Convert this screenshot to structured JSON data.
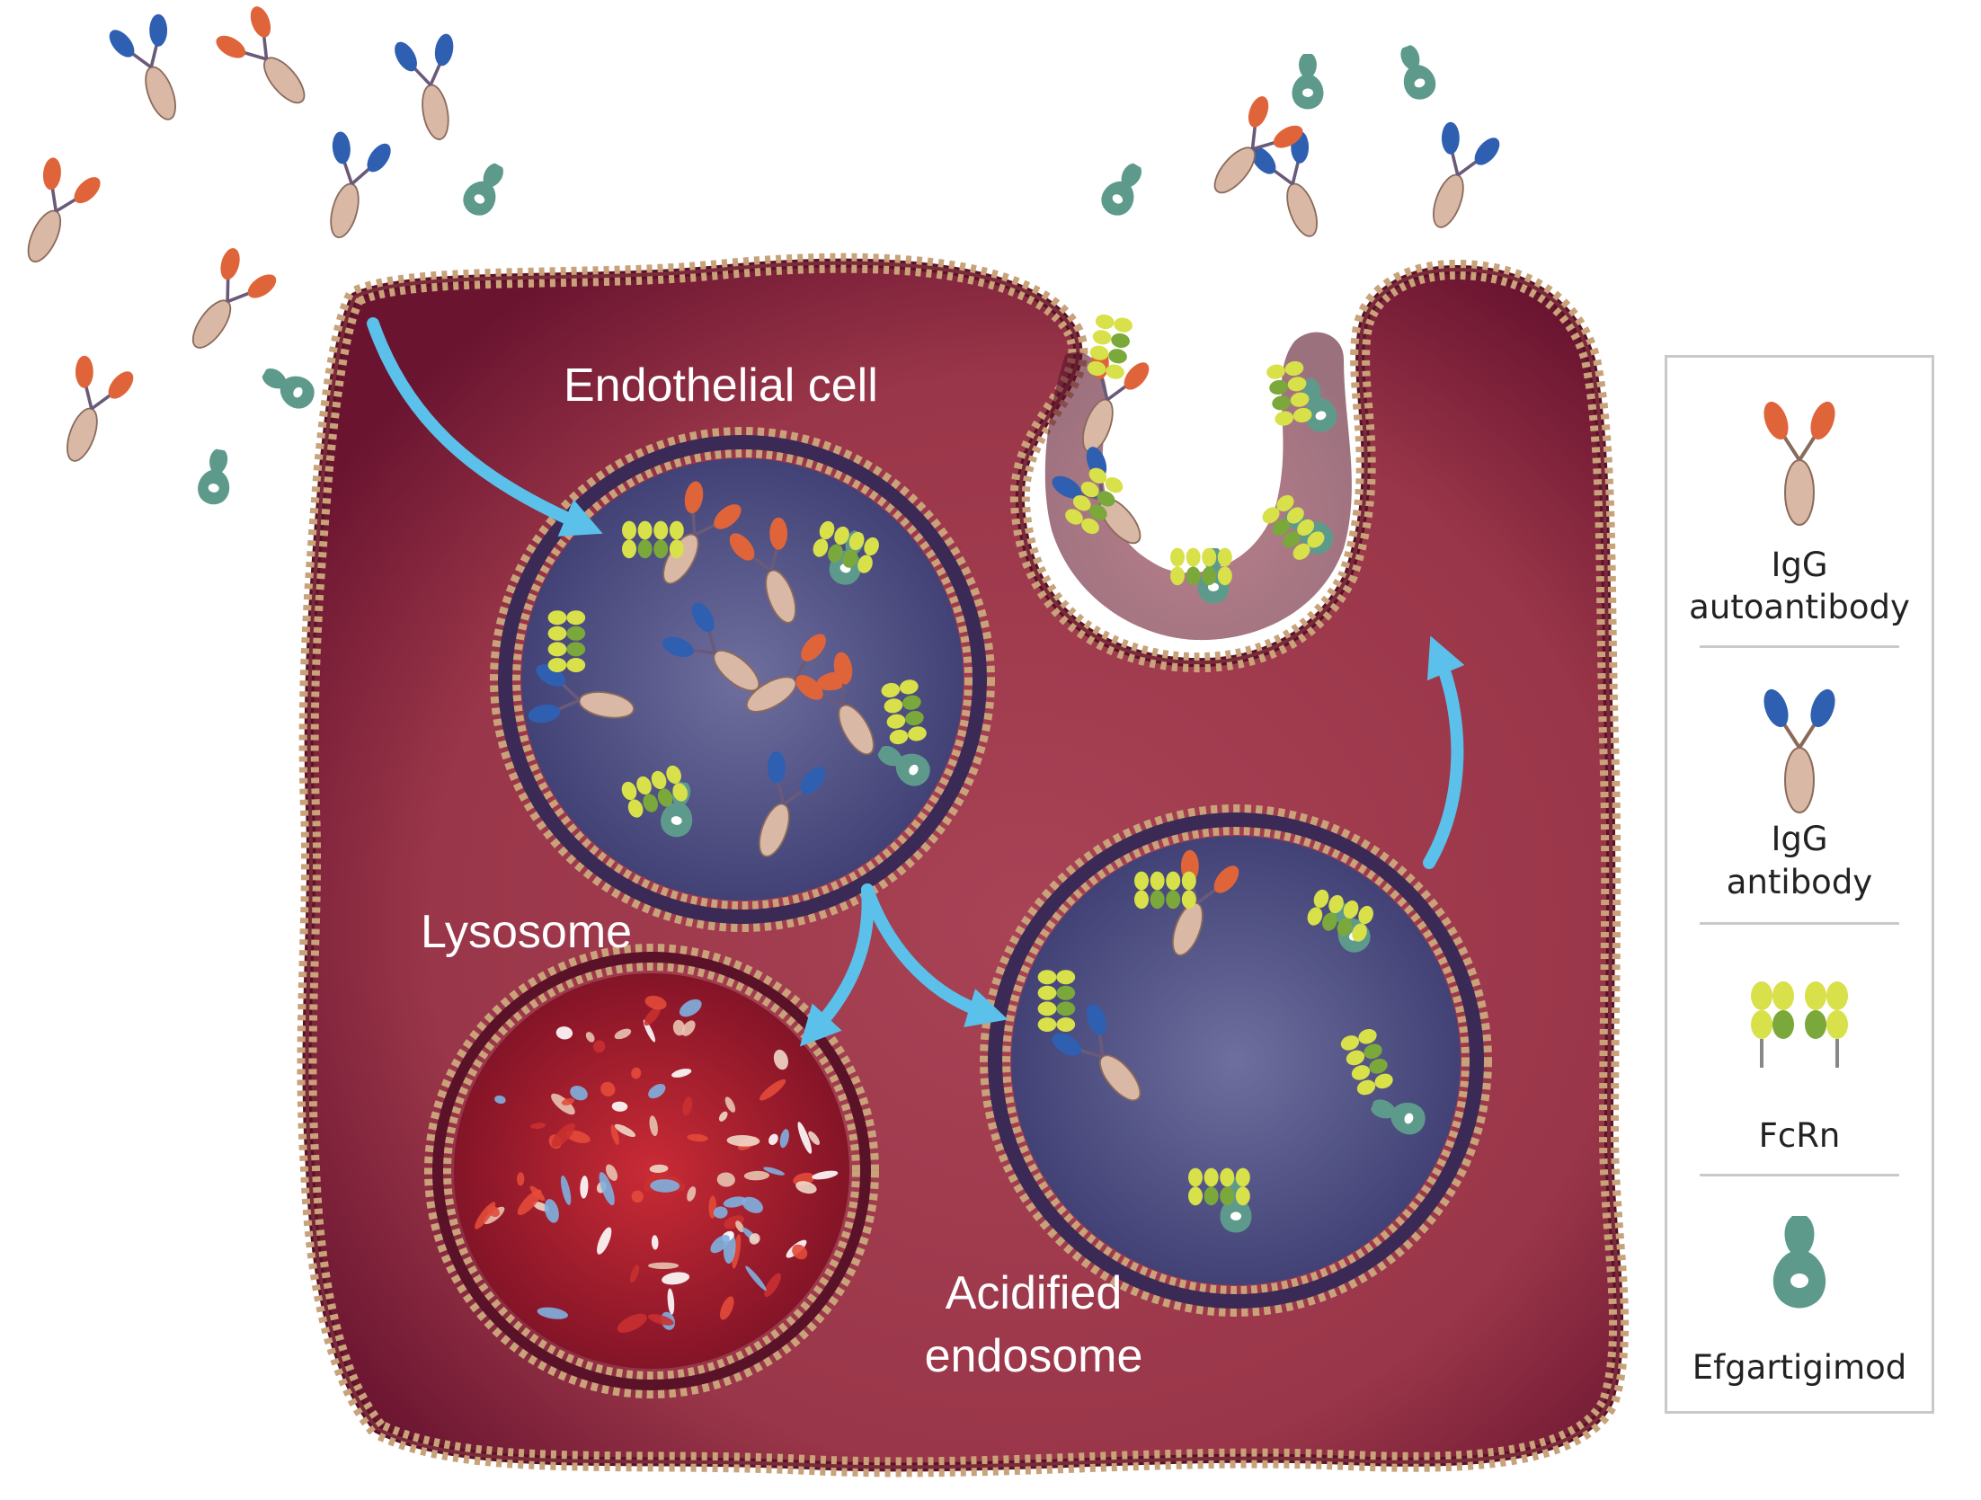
{
  "diagram": {
    "labels": {
      "endothelial_cell": "Endothelial cell",
      "lysosome": "Lysosome",
      "acidified_endosome_line1": "Acidified",
      "acidified_endosome_line2": "endosome"
    },
    "colors": {
      "cell_fill": "#9c3a4c",
      "cell_dark": "#6b1230",
      "membrane": "#c9a27a",
      "membrane_dark": "#5a1c2c",
      "endosome_fill": "#4e4f86",
      "lysosome_fill": "#b82433",
      "arrow": "#5bc0ea",
      "autoantibody_arm": "#e0643a",
      "antibody_arm": "#2f5fb0",
      "antibody_stem": "#d9b8a6",
      "fcrn_yellow": "#d8e04a",
      "fcrn_green": "#7aa83a",
      "efgartigimod": "#5e9a8c"
    }
  },
  "legend": {
    "items": [
      {
        "icon": "igg-autoantibody-icon",
        "line1": "IgG",
        "line2": "autoantibody"
      },
      {
        "icon": "igg-antibody-icon",
        "line1": "IgG",
        "line2": "antibody"
      },
      {
        "icon": "fcrn-icon",
        "line1": "FcRn"
      },
      {
        "icon": "efgartigimod-icon",
        "line1": "Efgartigimod"
      }
    ]
  }
}
